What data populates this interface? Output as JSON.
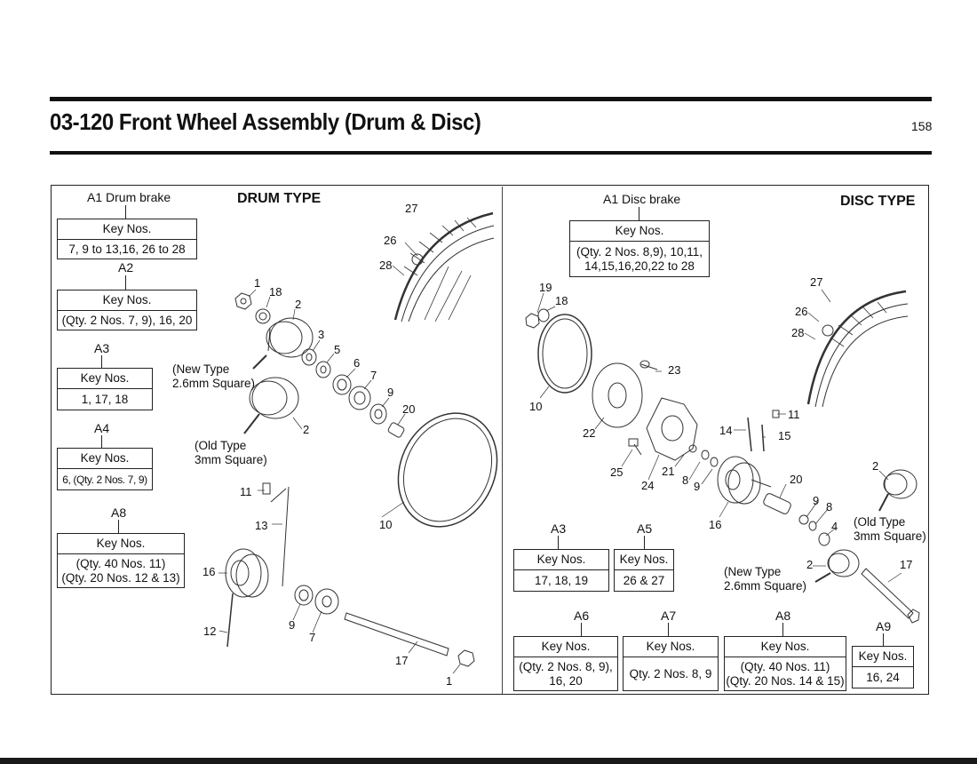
{
  "page": {
    "title": "03-120 Front Wheel Assembly (Drum & Disc)",
    "page_number": "158"
  },
  "drum": {
    "title": "DRUM TYPE",
    "groups": [
      {
        "id": "A1",
        "label": "A1 Drum brake",
        "header": "Key Nos.",
        "lines": [
          "7, 9 to 13,16, 26 to 28"
        ]
      },
      {
        "id": "A2",
        "label": "A2",
        "header": "Key Nos.",
        "lines": [
          "(Qty. 2 Nos. 7, 9), 16, 20"
        ]
      },
      {
        "id": "A3",
        "label": "A3",
        "header": "Key Nos.",
        "lines": [
          "1, 17, 18"
        ]
      },
      {
        "id": "A4",
        "label": "A4",
        "header": "Key Nos.",
        "lines": [
          "6, (Qty. 2 Nos. 7, 9)"
        ]
      },
      {
        "id": "A8",
        "label": "A8",
        "header": "Key Nos.",
        "lines": [
          "(Qty. 40 Nos. 11)",
          "(Qty. 20 Nos. 12 & 13)"
        ]
      }
    ],
    "notes": {
      "new_type": [
        "(New Type",
        "2.6mm Square)"
      ],
      "old_type": [
        "(Old Type",
        "3mm Square)"
      ]
    },
    "callouts": [
      "27",
      "26",
      "28",
      "1",
      "18",
      "2",
      "3",
      "5",
      "6",
      "7",
      "9",
      "20",
      "2",
      "11",
      "13",
      "10",
      "16",
      "9",
      "7",
      "12",
      "17",
      "1"
    ]
  },
  "disc": {
    "title": "DISC TYPE",
    "groups": [
      {
        "id": "A1",
        "label": "A1 Disc brake",
        "header": "Key Nos.",
        "lines": [
          "(Qty. 2 Nos. 8,9), 10,11,",
          "14,15,16,20,22 to 28"
        ]
      },
      {
        "id": "A3",
        "label": "A3",
        "header": "Key Nos.",
        "lines": [
          "17, 18, 19"
        ]
      },
      {
        "id": "A5",
        "label": "A5",
        "header": "Key Nos.",
        "lines": [
          "26 & 27"
        ]
      },
      {
        "id": "A6",
        "label": "A6",
        "header": "Key Nos.",
        "lines": [
          "(Qty. 2 Nos. 8, 9),",
          "16, 20"
        ]
      },
      {
        "id": "A7",
        "label": "A7",
        "header": "Key Nos.",
        "lines": [
          "Qty. 2 Nos. 8, 9"
        ]
      },
      {
        "id": "A8",
        "label": "A8",
        "header": "Key Nos.",
        "lines": [
          "(Qty. 40 Nos. 11)",
          "(Qty. 20 Nos. 14 & 15)"
        ]
      },
      {
        "id": "A9",
        "label": "A9",
        "header": "Key Nos.",
        "lines": [
          "16, 24"
        ]
      }
    ],
    "notes": {
      "old_type": [
        "(Old Type",
        "3mm Square)"
      ],
      "new_type": [
        "(New Type",
        "2.6mm Square)"
      ]
    },
    "callouts": [
      "19",
      "18",
      "27",
      "26",
      "28",
      "23",
      "10",
      "22",
      "11",
      "14",
      "15",
      "25",
      "21",
      "24",
      "8",
      "9",
      "20",
      "2",
      "16",
      "9",
      "8",
      "4",
      "2",
      "17"
    ]
  }
}
